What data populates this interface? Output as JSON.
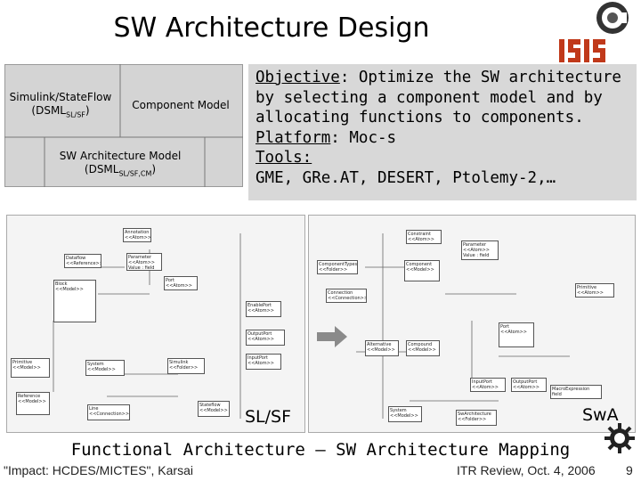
{
  "slide": {
    "title": "SW Architecture Design",
    "subtitle": "Functional Architecture – SW Architecture Mapping",
    "page_number": "9"
  },
  "logos": {
    "top": "logo-c-icon",
    "middle": "ISIS",
    "bottom": "gear-icon"
  },
  "architecture_box": {
    "simulink_line1": "Simulink/StateFlow",
    "simulink_line2": "(DSML",
    "simulink_sub": "SL/SF",
    "simulink_close": ")",
    "component_model": "Component Model",
    "sw_arch_line1": "SW Architecture Model",
    "sw_arch_line2": "(DSML",
    "sw_arch_sub": "SL/SF,CM",
    "sw_arch_close": ")"
  },
  "objective": {
    "objective_label": "Objective",
    "objective_text": ": Optimize the SW architecture by selecting a component model and by allocating functions to components.",
    "platform_label": "Platform",
    "platform_text": ":  Moc-s",
    "tools_label": "Tools:",
    "tools_text": "GME, GRe.AT, DESERT, Ptolemy-2,…"
  },
  "diagrams": {
    "left_label": "SL/SF",
    "right_label": "SwA",
    "left_boxes": [
      {
        "title": "Annotation",
        "lines": [
          "<<Atom>>"
        ]
      },
      {
        "title": "Dataflow",
        "lines": [
          "<<Reference>>"
        ]
      },
      {
        "title": "Parameter",
        "lines": [
          "<<Atom>>",
          "Value : field"
        ]
      },
      {
        "title": "Port",
        "lines": [
          "<<Atom>>"
        ]
      },
      {
        "title": "Block",
        "lines": [
          "<<Model>>"
        ]
      },
      {
        "title": "EnablePort",
        "lines": [
          "<<Atom>>"
        ]
      },
      {
        "title": "OutputPort",
        "lines": [
          "<<Atom>>"
        ]
      },
      {
        "title": "InputPort",
        "lines": [
          "<<Atom>>"
        ]
      },
      {
        "title": "System",
        "lines": [
          "<<Model>>"
        ]
      },
      {
        "title": "Simulink",
        "lines": [
          "<<Folder>>"
        ]
      },
      {
        "title": "Reference",
        "lines": [
          "<<Model>>"
        ]
      },
      {
        "title": "Line",
        "lines": [
          "<<Connection>>"
        ]
      },
      {
        "title": "Primitive",
        "lines": [
          "<<Model>>"
        ]
      },
      {
        "title": "Stateflow",
        "lines": [
          "<<Model>>"
        ]
      }
    ],
    "right_boxes": [
      {
        "title": "Constraint",
        "lines": [
          "<<Atom>>"
        ]
      },
      {
        "title": "ComponentTypes",
        "lines": [
          "<<Folder>>"
        ]
      },
      {
        "title": "Component",
        "lines": [
          "<<Model>>"
        ]
      },
      {
        "title": "Parameter",
        "lines": [
          "<<Atom>>",
          "Value : field"
        ]
      },
      {
        "title": "Connection",
        "lines": [
          "<<Connection>>"
        ]
      },
      {
        "title": "Primitive",
        "lines": [
          "<<Atom>>"
        ]
      },
      {
        "title": "Alternative",
        "lines": [
          "<<Model>>"
        ]
      },
      {
        "title": "Compound",
        "lines": [
          "<<Model>>"
        ]
      },
      {
        "title": "Port",
        "lines": [
          "<<Atom>>"
        ]
      },
      {
        "title": "InputPort",
        "lines": [
          "<<Atom>>"
        ]
      },
      {
        "title": "OutputPort",
        "lines": [
          "<<Atom>>"
        ]
      },
      {
        "title": "System",
        "lines": [
          "<<Model>>"
        ]
      },
      {
        "title": "SwArchitecture",
        "lines": [
          "<<Folder>>"
        ]
      },
      {
        "title": "MacroExpression",
        "lines": [
          "field"
        ]
      }
    ]
  },
  "footer": {
    "left": "\"Impact: HCDES/MICTES\", Karsai",
    "middle": "ITR Review, Oct. 4, 2006"
  },
  "colors": {
    "panel_grey": "#d4d4d4",
    "arrow_grey": "#777777"
  }
}
